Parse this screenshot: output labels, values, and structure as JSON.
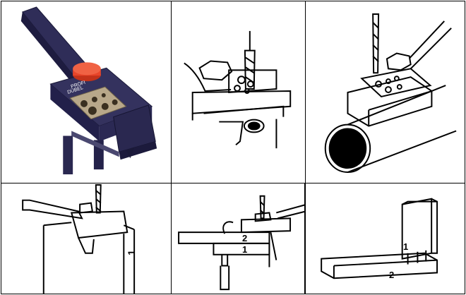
{
  "panels": [
    {
      "id": "photo",
      "printed_text": [
        "DÜBEL",
        "PROFI"
      ]
    },
    {
      "id": "sketch-top-middle"
    },
    {
      "id": "sketch-top-right"
    },
    {
      "id": "sketch-bottom-left",
      "marks": [
        "1"
      ]
    },
    {
      "id": "sketch-bottom-middle",
      "marks": [
        "2",
        "1"
      ]
    },
    {
      "id": "sketch-bottom-right",
      "marks": [
        "1",
        "2"
      ]
    }
  ],
  "colors": {
    "jig_body": "#2a2850",
    "knob": "#e8452a",
    "guide_plate": "#b8a88a",
    "line": "#000000"
  }
}
